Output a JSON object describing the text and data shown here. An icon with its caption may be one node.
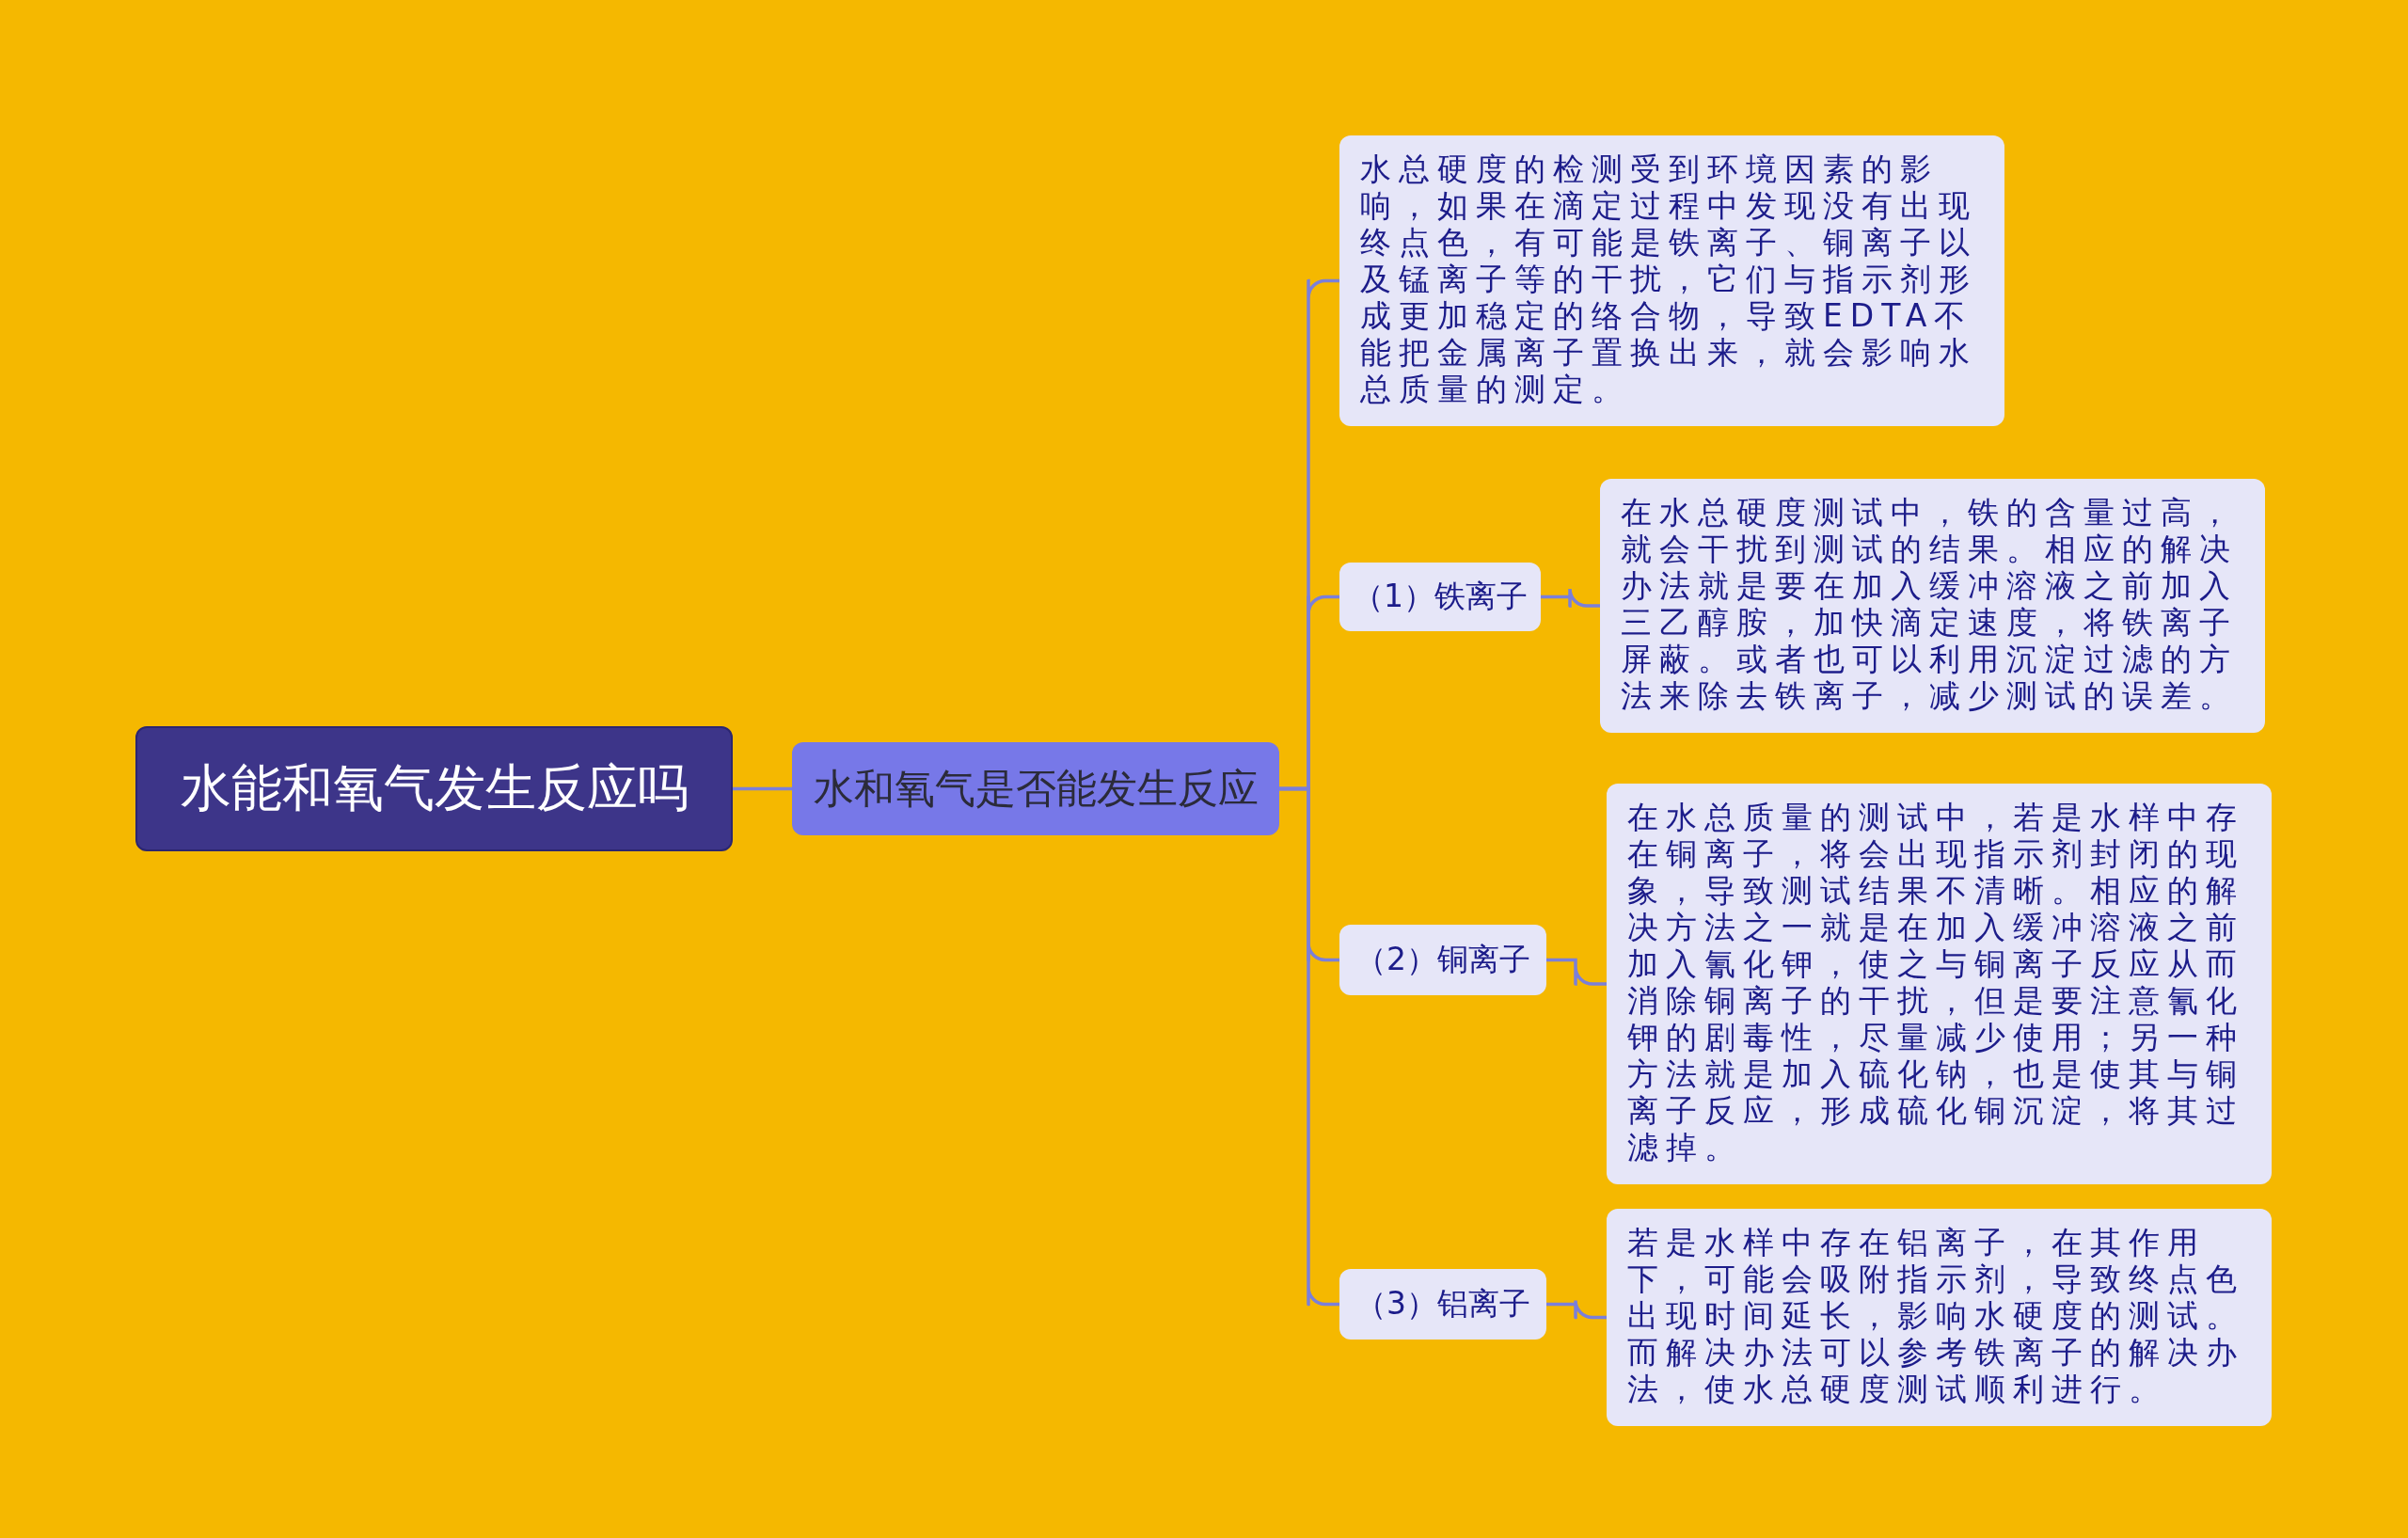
{
  "diagram": {
    "nodes": [
      {
        "text": [
          "水能和氧气发生反应吗"
        ]
      },
      {
        "text": [
          "水和氧气是否能发生反应"
        ]
      },
      {
        "text": [
          "水总硬度的检测受到环境因素的影响，如果在滴定过程中发现没有出现终点色，有可能是铁离子、铜离子以及锰离子等的干扰，它们与指示剂形成更加稳定的络合物，导致EDTA不能把金属离子置换出来，就会影响水总质量的测定。"
        ]
      },
      {
        "text": [
          "（1）铁离子"
        ]
      },
      {
        "text": [
          "在水总硬度测试中，铁的含量过高，就会干扰到测试的结果。相应的解决办法就是要在加入缓冲溶液之前加入三乙醇胺，加快滴定速度，将铁离子屏蔽。或者也可以利用沉淀过滤的方法来除去铁离子，减少测试的误差。"
        ]
      },
      {
        "text": [
          "（2）铜离子"
        ]
      },
      {
        "text": [
          "在水总质量的测试中，若是水样中存在铜离子，将会出现指示剂封闭的现象，导致测试结果不清晰。相应的解决方法之一就是在加入缓冲溶液之前加入氰化钾，使之与铜离子反应从而消除铜离子的干扰，但是要注意氰化钾的剧毒性，尽量减少使用；另一种方法就是加入硫化钠，也是使其与铜离子反应，形成硫化铜沉淀，将其过滤掉。"
        ]
      },
      {
        "text": [
          "（3）铝离子"
        ]
      },
      {
        "text": [
          "若是水样中存在铝离子，在其作用下，可能会吸附指示剂，导致终点色出现时间延长，影响水硬度的测试。而解决办法可以参考铁离子的解决办法，使水总硬度测试顺利进行。"
        ]
      }
    ],
    "edges": [
      {
        "from": 0,
        "to": 1,
        "arrow": "none"
      },
      {
        "from": 1,
        "to": 2,
        "arrow": "none"
      },
      {
        "from": 1,
        "to": 3,
        "arrow": "none"
      },
      {
        "from": 1,
        "to": 5,
        "arrow": "none"
      },
      {
        "from": 1,
        "to": 7,
        "arrow": "none"
      },
      {
        "from": 3,
        "to": 4,
        "arrow": "none"
      },
      {
        "from": 5,
        "to": 6,
        "arrow": "none"
      },
      {
        "from": 7,
        "to": 8,
        "arrow": "none"
      }
    ]
  }
}
